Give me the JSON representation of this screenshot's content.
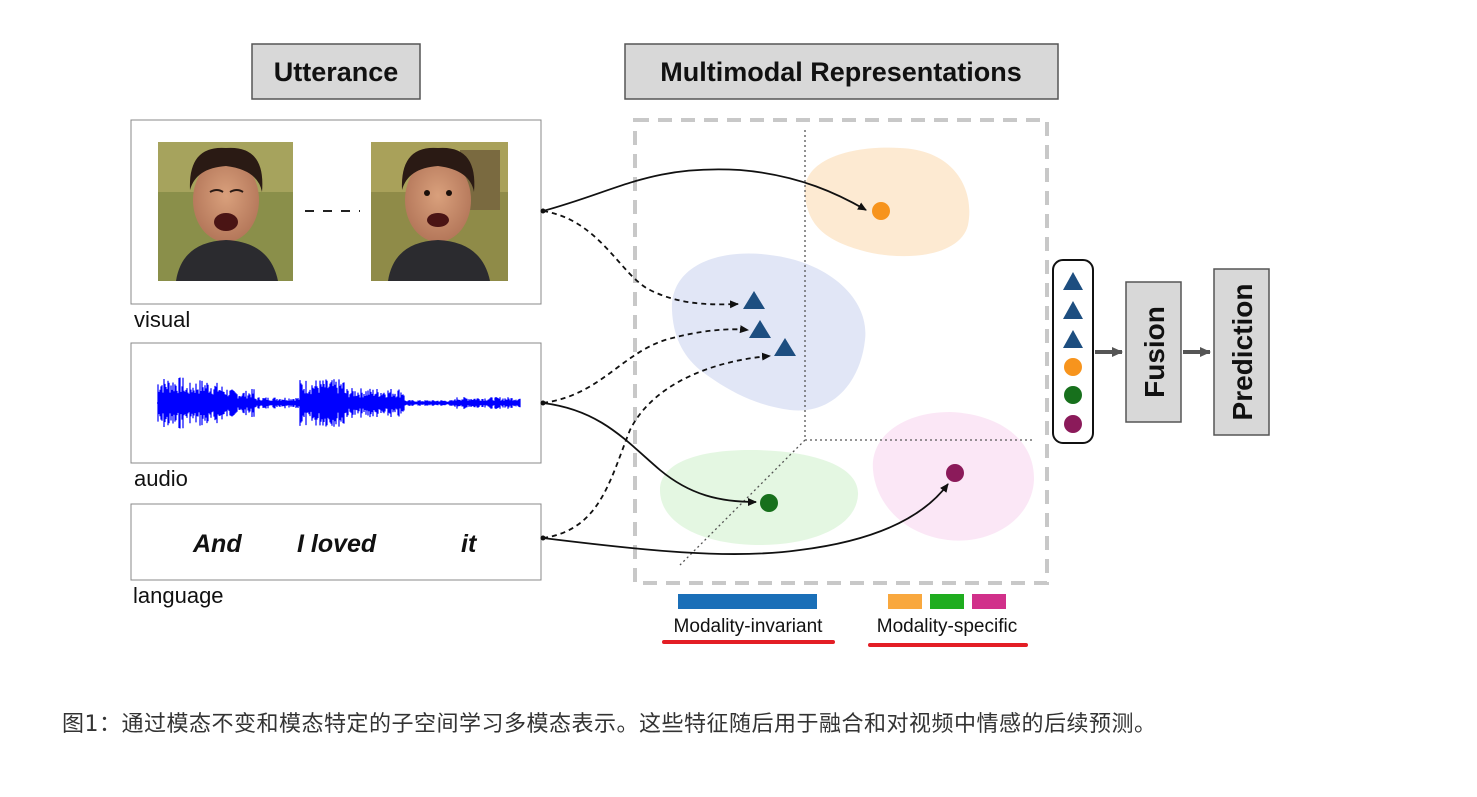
{
  "headers": {
    "utterance": "Utterance",
    "representations": "Multimodal Representations"
  },
  "modalities": {
    "visual": "visual",
    "audio": "audio",
    "language": "language"
  },
  "language_words": [
    "And",
    "I loved",
    "it"
  ],
  "stages": {
    "fusion": "Fusion",
    "prediction": "Prediction"
  },
  "legend": {
    "invariant": "Modality-invariant",
    "specific": "Modality-specific"
  },
  "colors": {
    "invariant_bar": "#1a6fb8",
    "specific_orange": "#f9a83e",
    "specific_green": "#1fad1f",
    "specific_pink": "#d1308a",
    "triangle": "#1d4e80",
    "point_orange": "#f7941d",
    "point_green": "#17701c",
    "point_purple": "#8b1a5a",
    "underline": "#e31e25",
    "waveform": "#0000ff"
  },
  "icons": {
    "face_frame": "face-thumbnail",
    "waveform": "audio-waveform-icon"
  },
  "caption": "图1：通过模态不变和模态特定的子空间学习多模态表示。这些特征随后用于融合和对视频中情感的后续预测。"
}
